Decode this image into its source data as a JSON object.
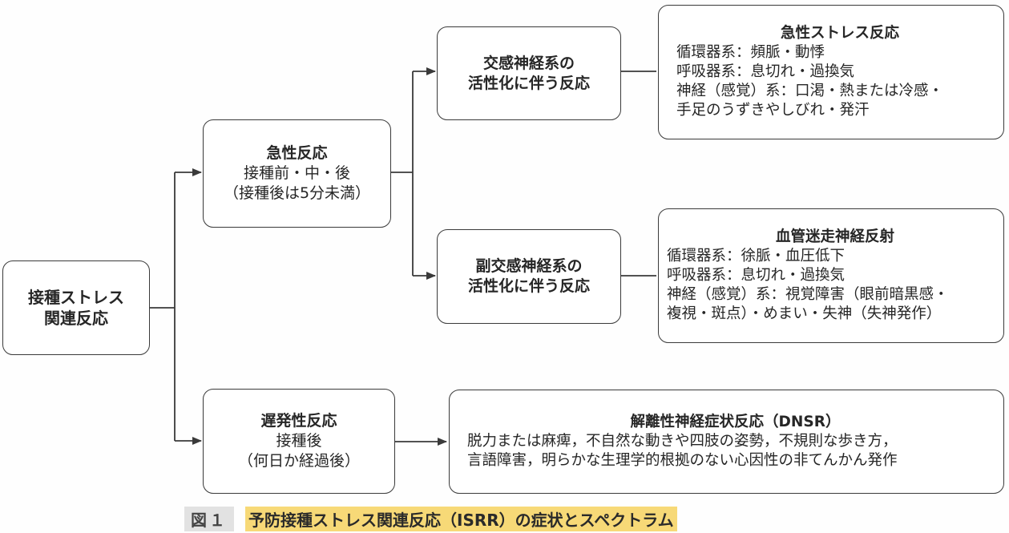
{
  "root": {
    "line1": "接種ストレス",
    "line2": "関連反応"
  },
  "acute": {
    "title": "急性反応",
    "line1": "接種前・中・後",
    "line2": "（接種後は5分未満）"
  },
  "delayed": {
    "title": "遅発性反応",
    "line1": "接種後",
    "line2": "（何日か経過後）"
  },
  "sympathetic": {
    "line1": "交感神経系の",
    "line2": "活性化に伴う反応"
  },
  "parasympathetic": {
    "line1": "副交感神経系の",
    "line2": "活性化に伴う反応"
  },
  "acute_stress": {
    "title": "急性ストレス反応",
    "lines": [
      "循環器系：頻脈・動悸",
      "呼吸器系：息切れ・過換気",
      "神経（感覚）系：口渇・熱または冷感・",
      "手足のうずきやしびれ・発汗"
    ]
  },
  "vasovagal": {
    "title": "血管迷走神経反射",
    "lines": [
      "循環器系：徐脈・血圧低下",
      "呼吸器系：息切れ・過換気",
      "神経（感覚）系：視覚障害（眼前暗黒感・",
      "複視・斑点）・めまい・失神（失神発作）"
    ]
  },
  "dnsr": {
    "title": "解離性神経症状反応（DNSR）",
    "lines": [
      "脱力または麻痺，不自然な動きや四肢の姿勢，不規則な歩き方，",
      "言語障害，明らかな生理学的根拠のない心因性の非てんかん発作"
    ]
  },
  "caption": {
    "label": "図１",
    "text": "予防接種ストレス関連反応（ISRR）の症状とスペクトラム"
  }
}
